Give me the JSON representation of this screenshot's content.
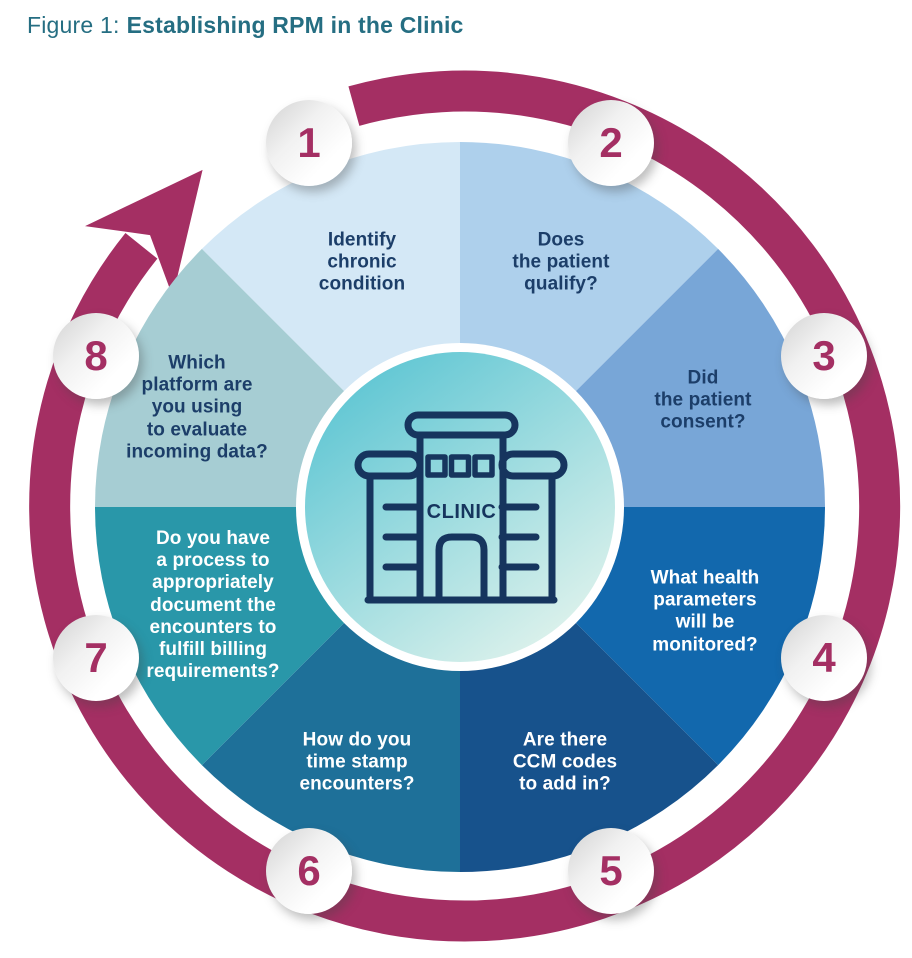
{
  "figure": {
    "title_prefix": "Figure 1:",
    "title_main": "Establishing RPM in the Clinic"
  },
  "center": {
    "label": "CLINIC"
  },
  "segments": [
    {
      "number": "1",
      "text": "Identify\nchronic\ncondition",
      "color": "#d4e8f6"
    },
    {
      "number": "2",
      "text": "Does\nthe patient\nqualify?",
      "color": "#aed0ec"
    },
    {
      "number": "3",
      "text": "Did\nthe patient\nconsent?",
      "color": "#78a6d7"
    },
    {
      "number": "4",
      "text": "What health\nparameters\nwill be\nmonitored?",
      "color": "#1268ad"
    },
    {
      "number": "5",
      "text": "Are there\nCCM codes\nto add in?",
      "color": "#17528c"
    },
    {
      "number": "6",
      "text": "How do you\ntime stamp\nencounters?",
      "color": "#1e7099"
    },
    {
      "number": "7",
      "text": "Do you have\na process to\nappropriately\ndocument the\nencounters to\nfulfill billing\nrequirements?",
      "color": "#2997a9"
    },
    {
      "number": "8",
      "text": "Which\nplatform are\nyou using\nto evaluate\nincoming data?",
      "color": "#a6cdd3"
    }
  ],
  "colors": {
    "ring": "#a42f63",
    "badge_number": "#a42f63",
    "title": "#256e82",
    "dark_text": "#1c3e69",
    "light_text": "#ffffff",
    "icon_stroke": "#16355e",
    "center_grad_start": "#4ec0d0",
    "center_grad_end": "#def2ec"
  }
}
